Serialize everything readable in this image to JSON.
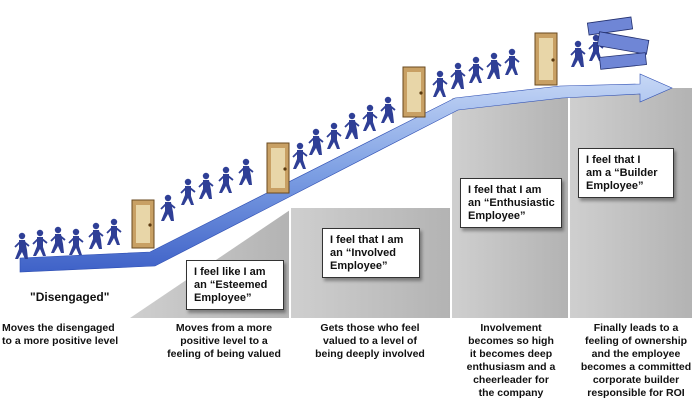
{
  "colors": {
    "step_gray": "#bdbdbd",
    "step_gray_dark": "#8f8f8f",
    "arrow_blue": "#3f62c8",
    "arrow_blue_light": "#a9c2ef",
    "door_brown": "#c8a064",
    "people_blue": "#2f3f96"
  },
  "stages": {
    "disengaged_label": "\"Disengaged\"",
    "boxes": [
      {
        "lines": [
          "I feel like I am",
          "an “Esteemed",
          "Employee”"
        ]
      },
      {
        "lines": [
          "I feel that I am",
          "an “Involved",
          "Employee”"
        ]
      },
      {
        "lines": [
          "I feel that I am",
          "an “Enthusiastic",
          "Employee”"
        ]
      },
      {
        "lines": [
          "I feel that I",
          "am a “Builder",
          "Employee”"
        ]
      }
    ],
    "captions": [
      {
        "lines": [
          "Moves the disengaged",
          "to a more positive level"
        ]
      },
      {
        "lines": [
          "Moves from a more",
          "positive level to a",
          "feeling of being valued"
        ]
      },
      {
        "lines": [
          "Gets those who feel",
          "valued to a level of",
          "being deeply involved"
        ]
      },
      {
        "lines": [
          "Involvement",
          "becomes so high",
          "it becomes deep",
          "enthusiasm and a",
          "cheerleader for",
          "the company"
        ]
      },
      {
        "lines": [
          "Finally leads to a",
          "feeling of ownership",
          "and the employee",
          "becomes a committed",
          "corporate builder",
          "responsible for ROI"
        ]
      }
    ]
  }
}
